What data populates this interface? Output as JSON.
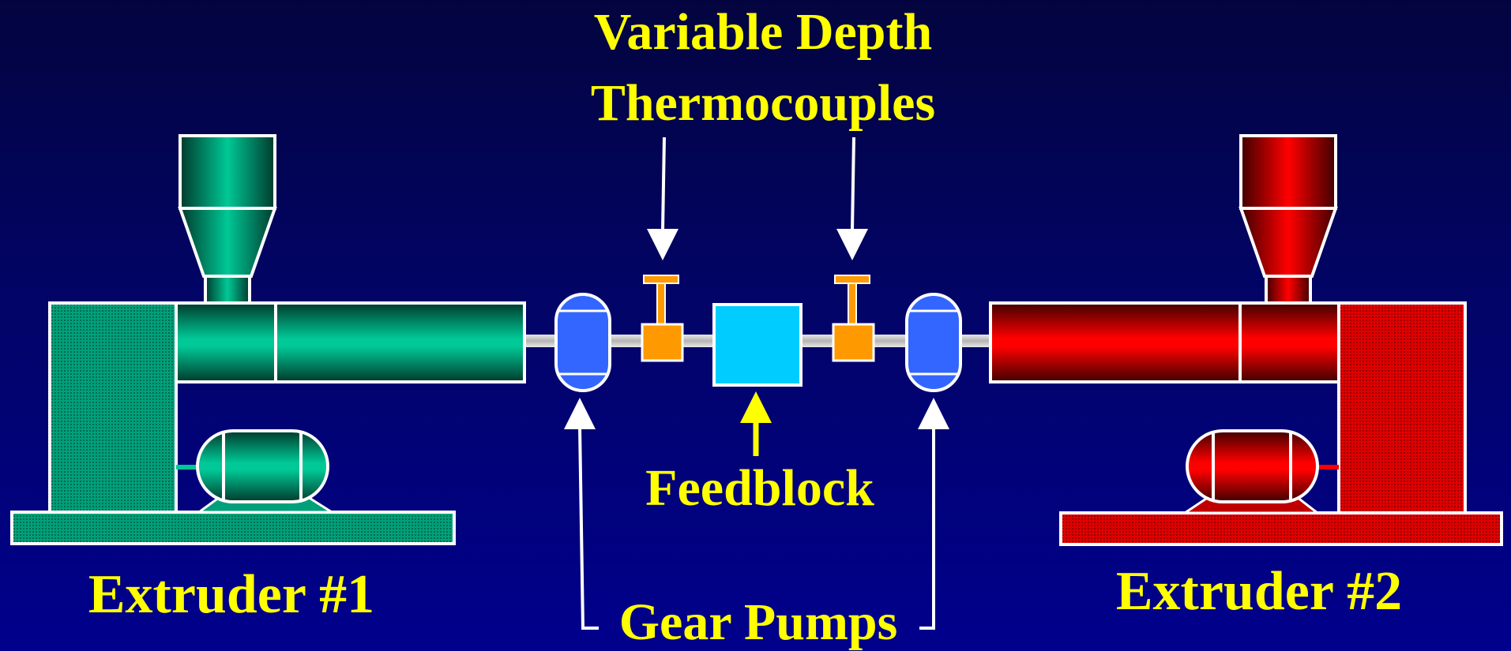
{
  "labels": {
    "thermocouples_line1": "Variable Depth",
    "thermocouples_line2": "Thermocouples",
    "feedblock": "Feedblock",
    "gear_pumps": "Gear Pumps",
    "extruder_1": "Extruder #1",
    "extruder_2": "Extruder #2"
  },
  "colors": {
    "extruder_1": "#00c896",
    "extruder_2": "#ff0000",
    "gear_pump": "#3366ff",
    "feedblock": "#00ccff",
    "thermocouple": "#ff9900",
    "label": "#ffff00",
    "pipe": "#c8c8c8"
  }
}
